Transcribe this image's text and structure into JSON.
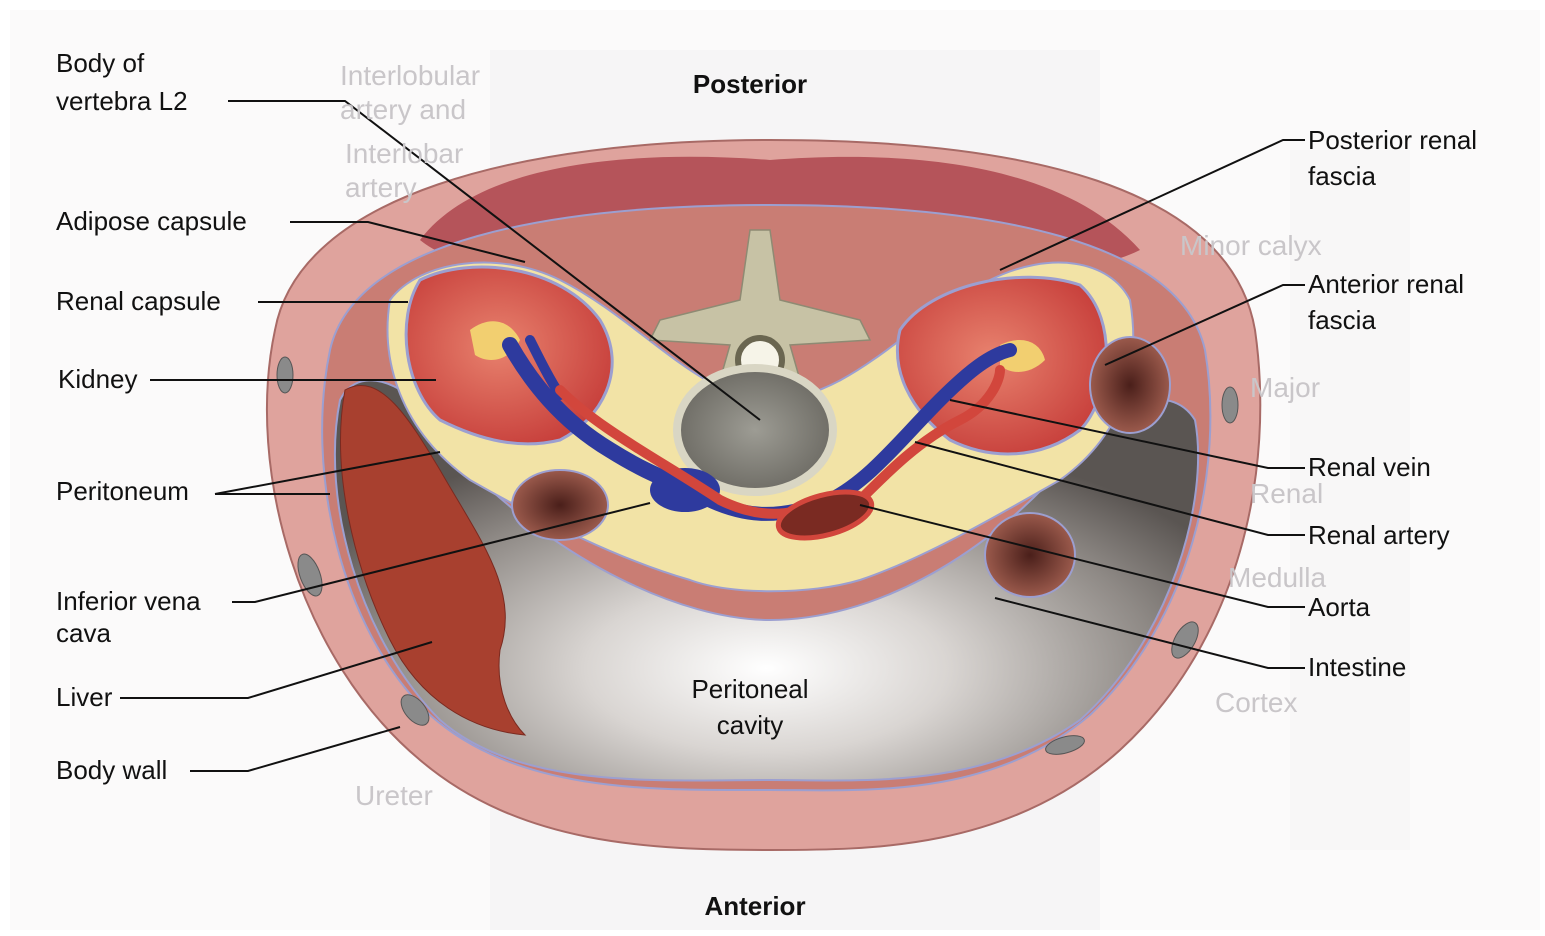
{
  "orientation": {
    "top": "Posterior",
    "bottom": "Anterior"
  },
  "labels": {
    "body_of_vertebra_line1": "Body of",
    "body_of_vertebra_line2": "vertebra  L2",
    "adipose_capsule": "Adipose capsule",
    "renal_capsule": "Renal capsule",
    "kidney": "Kidney",
    "peritoneum": "Peritoneum",
    "inferior_vena_cava_line1": "Inferior vena",
    "inferior_vena_cava_line2": "cava",
    "liver": "Liver",
    "body_wall": "Body wall",
    "posterior_renal_fascia_line1": "Posterior renal",
    "posterior_renal_fascia_line2": "fascia",
    "anterior_renal_fascia_line1": "Anterior renal",
    "anterior_renal_fascia_line2": "fascia",
    "renal_vein": "Renal vein",
    "renal_artery": "Renal artery",
    "aorta": "Aorta",
    "intestine": "Intestine",
    "peritoneal_cavity_line1": "Peritoneal",
    "peritoneal_cavity_line2": "cavity"
  },
  "background_text": [
    "Interlobular",
    "artery and",
    "Interlobar",
    "artery",
    "Minor calyx",
    "Major",
    "Renal",
    "Medulla",
    "Cortex",
    "Ureter"
  ],
  "colors": {
    "muscle": "#b5545a",
    "skin": "#e0a59e",
    "fat": "#f2e3a6",
    "kidney": "#d9504a",
    "vein": "#2e3a9e",
    "artery": "#d2463c",
    "liver": "#a8402f",
    "cavity": "#8a8582",
    "bone": "#c7c2a5"
  }
}
